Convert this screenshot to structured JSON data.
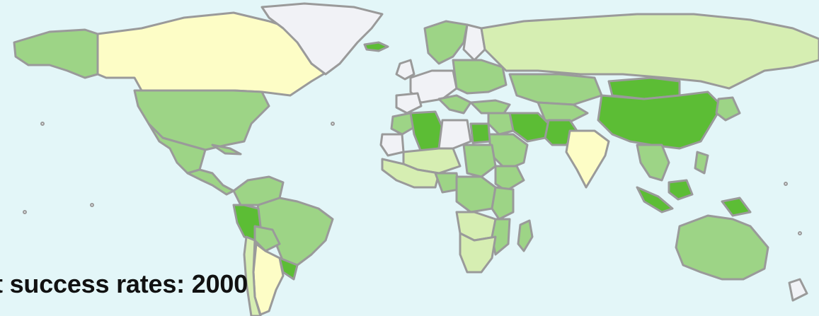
{
  "caption": "t success rates: 2000",
  "colors": {
    "ocean": "#e3f6f8",
    "border": "#9a9a9a",
    "no_data": "#f1f2f6",
    "lowest": "#fdfdc6",
    "low": "#d6eeb2",
    "medium": "#9dd486",
    "high": "#5cbd35"
  },
  "map": {
    "projection": "world",
    "classes": [
      "no_data",
      "lowest",
      "low",
      "medium",
      "high"
    ]
  }
}
